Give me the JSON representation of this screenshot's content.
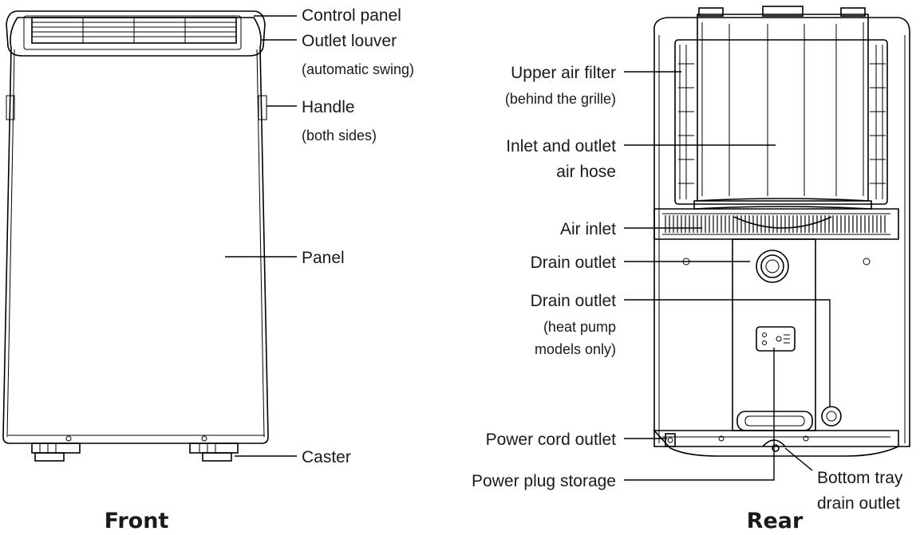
{
  "front": {
    "caption": "Front",
    "labels": {
      "control_panel": "Control panel",
      "outlet_louver": "Outlet louver",
      "outlet_louver_note": "(automatic swing)",
      "handle": "Handle",
      "handle_note": "(both sides)",
      "panel": "Panel",
      "caster": "Caster"
    }
  },
  "rear": {
    "caption": "Rear",
    "labels": {
      "upper_air_filter": "Upper air filter",
      "upper_air_filter_note": "(behind the grille)",
      "inlet_outlet_hose_1": "Inlet and outlet",
      "inlet_outlet_hose_2": "air hose",
      "air_inlet": "Air inlet",
      "drain_outlet": "Drain outlet",
      "drain_outlet_hp": "Drain outlet",
      "drain_outlet_hp_note_1": "(heat pump",
      "drain_outlet_hp_note_2": "models only)",
      "power_cord_outlet": "Power cord outlet",
      "power_plug_storage": "Power plug storage",
      "bottom_tray_1": "Bottom tray",
      "bottom_tray_2": "drain outlet"
    }
  }
}
